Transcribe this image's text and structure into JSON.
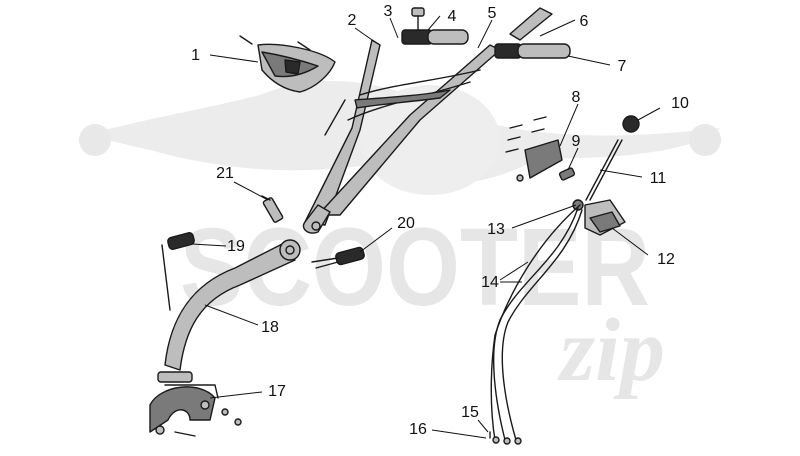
{
  "watermark": {
    "word": "SCOOTER",
    "script": "zip"
  },
  "callouts": [
    "1",
    "2",
    "3",
    "4",
    "5",
    "6",
    "7",
    "8",
    "9",
    "10",
    "11",
    "12",
    "13",
    "14",
    "15",
    "16",
    "17",
    "18",
    "19",
    "20",
    "21"
  ]
}
